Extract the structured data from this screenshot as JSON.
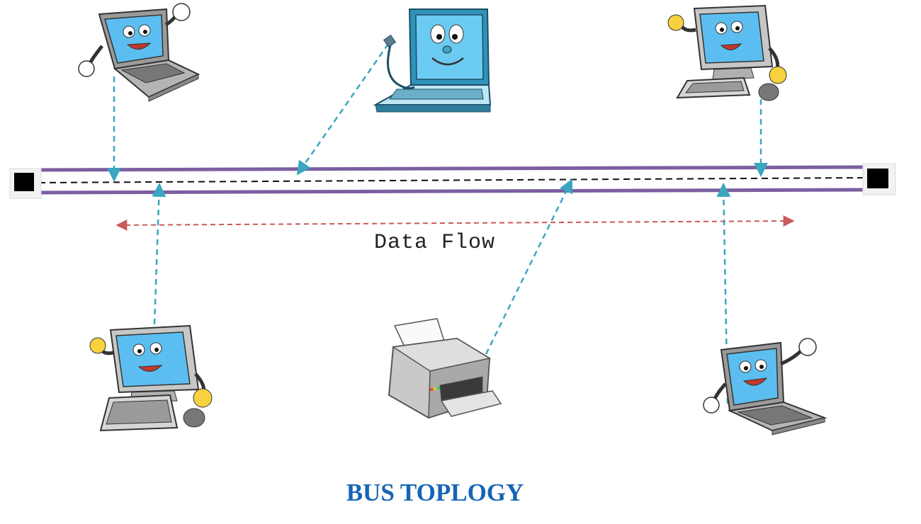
{
  "title": "BUS TOPLOGY",
  "flow_label": "Data Flow",
  "colors": {
    "bus_rail": "#7b5fa0",
    "bus_dashed": "#111111",
    "connector": "#3aa6c0",
    "data_flow": "#c85a5a",
    "title": "#1565b5",
    "screen": "#5cbef0"
  },
  "nodes": [
    {
      "name": "laptop-top-left",
      "icon": "waving-laptop-icon"
    },
    {
      "name": "laptop-top-center",
      "icon": "smiling-laptop-icon"
    },
    {
      "name": "desktop-top-right",
      "icon": "smiling-desktop-icon"
    },
    {
      "name": "desktop-bottom-left",
      "icon": "smiling-desktop-icon"
    },
    {
      "name": "printer-bottom-center",
      "icon": "printer-icon"
    },
    {
      "name": "laptop-bottom-right",
      "icon": "waving-laptop-icon"
    }
  ]
}
